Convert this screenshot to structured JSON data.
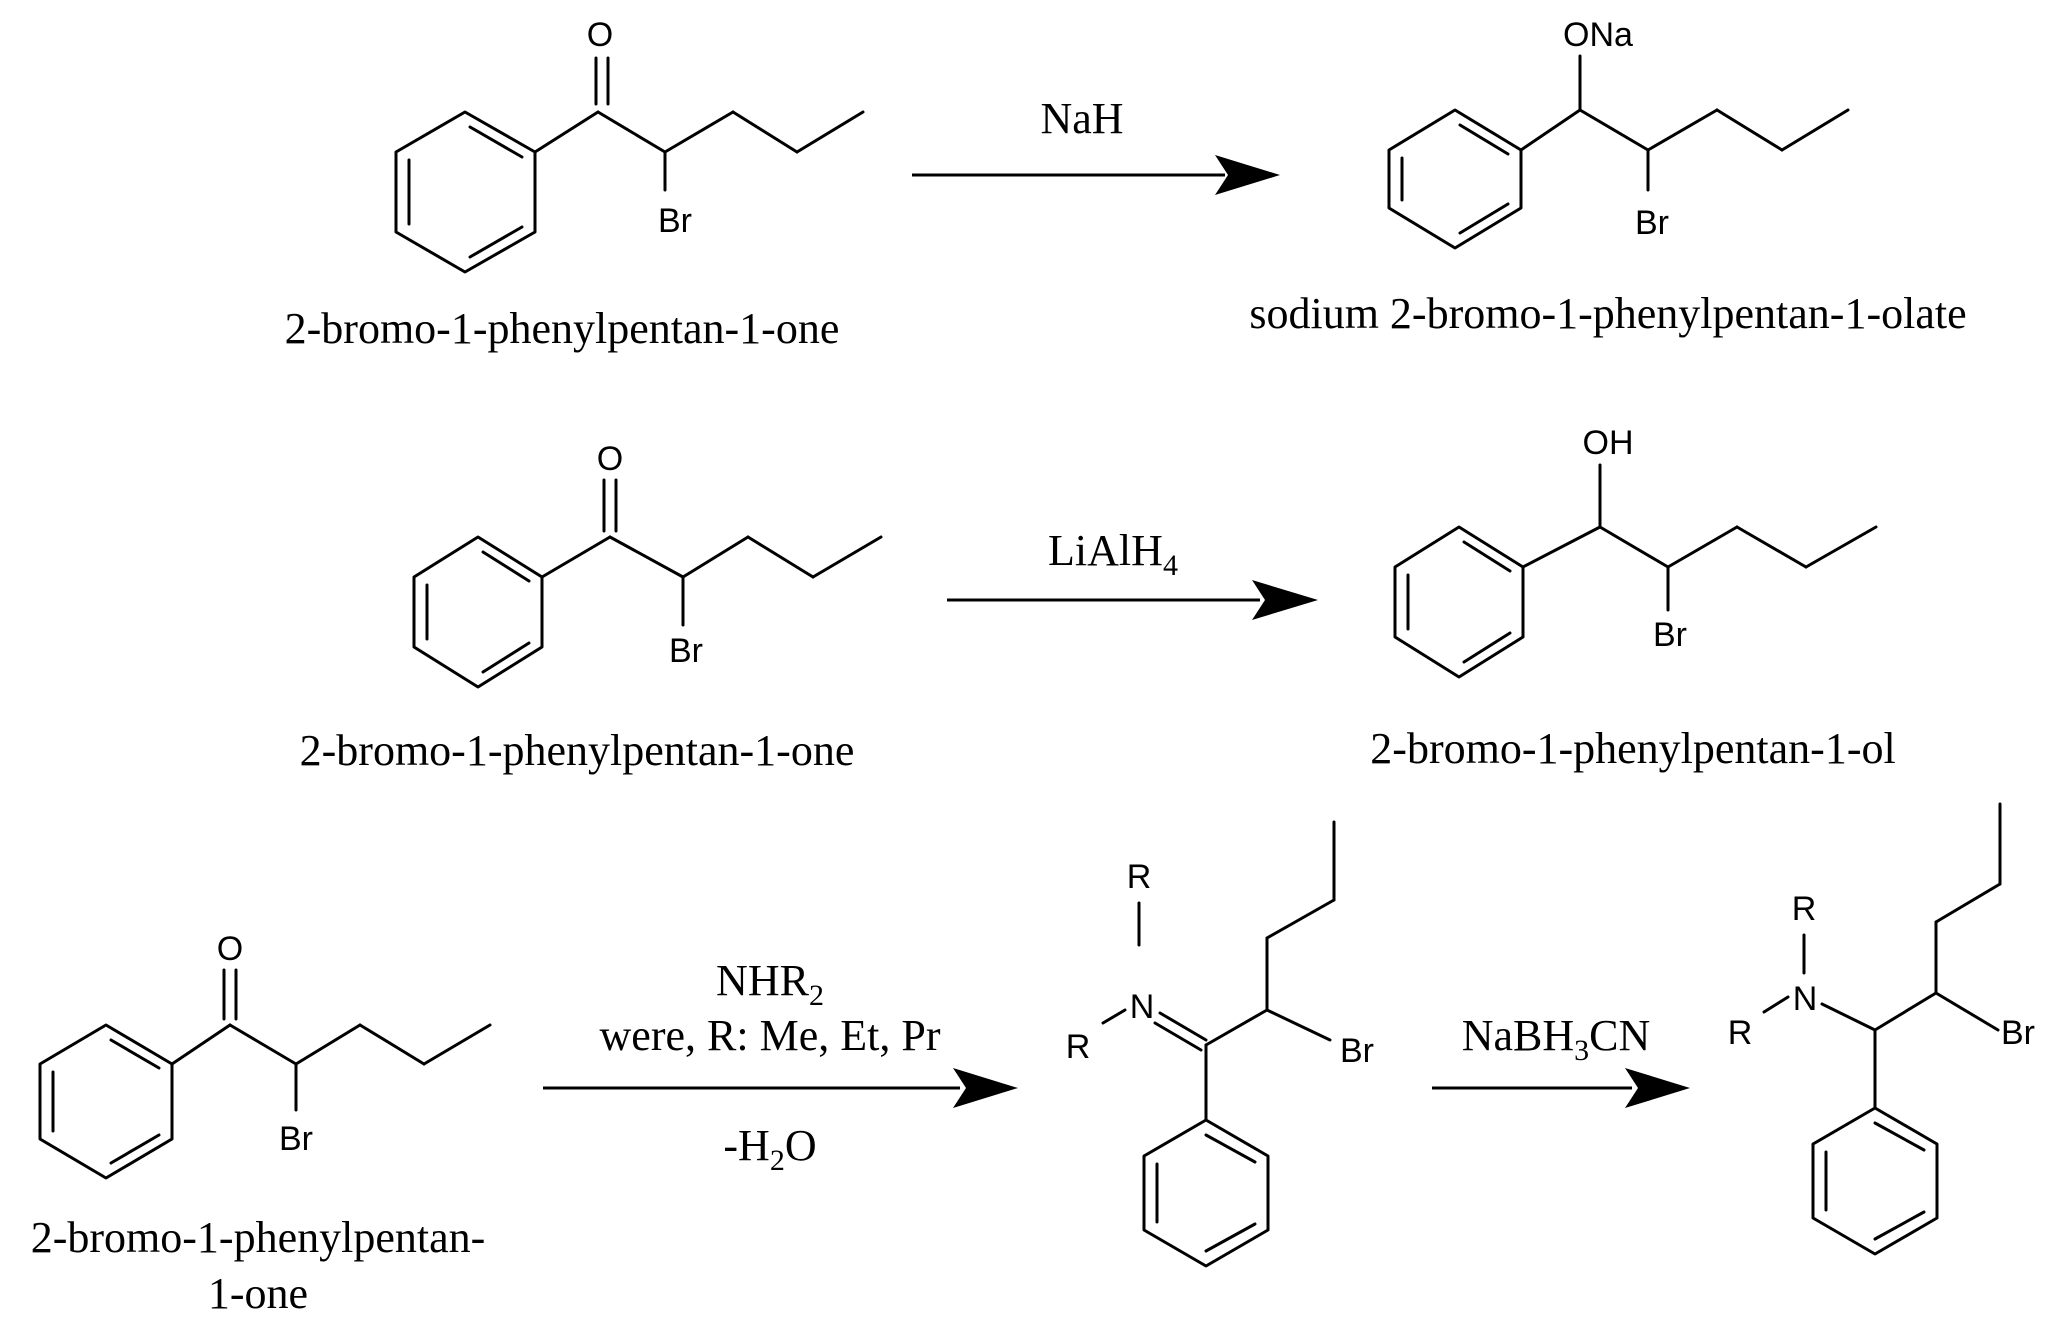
{
  "atoms": {
    "oxygen": "O",
    "bromine": "Br",
    "sodium_alkoxide": "ONa",
    "hydroxyl": "OH",
    "nitrogen": "N",
    "r_group": "R"
  },
  "reactions": [
    {
      "reactant_name": "2-bromo-1-phenylpentan-1-one",
      "reagent": "NaH",
      "product_name": "sodium 2-bromo-1-phenylpentan-1-olate"
    },
    {
      "reactant_name": "2-bromo-1-phenylpentan-1-one",
      "reagent_main": "LiAlH",
      "reagent_sub": "4",
      "product_name": "2-bromo-1-phenylpentan-1-ol"
    },
    {
      "reactant_name_line1": "2-bromo-1-phenylpentan-",
      "reactant_name_line2": "1-one",
      "reagent1_main": "NHR",
      "reagent1_sub": "2",
      "reagent1_condition": "were, R: Me, Et, Pr",
      "reagent1_byproduct_prefix": "-H",
      "reagent1_byproduct_sub": "2",
      "reagent1_byproduct_suffix": "O",
      "reagent2_part1": "NaBH",
      "reagent2_sub": "3",
      "reagent2_part2": "CN"
    }
  ]
}
